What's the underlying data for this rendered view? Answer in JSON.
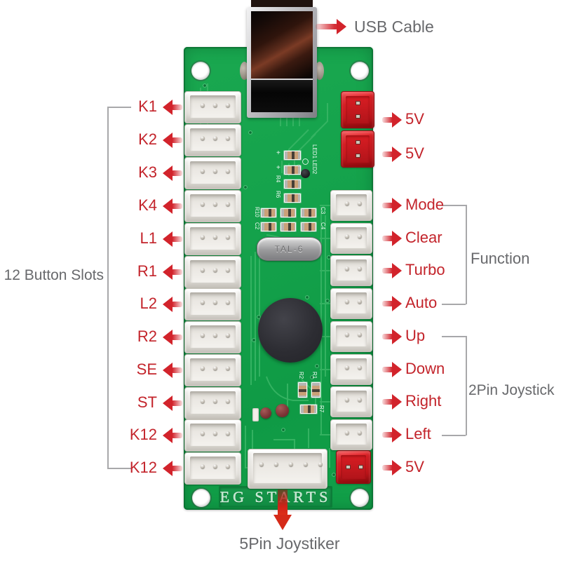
{
  "annotations": {
    "usb_label": "USB Cable",
    "left_group_label": "12 Button Slots",
    "left_pins": [
      "K1",
      "K2",
      "K3",
      "K4",
      "L1",
      "R1",
      "L2",
      "R2",
      "SE",
      "ST",
      "K12",
      "K12"
    ],
    "power_top": [
      "5V",
      "5V"
    ],
    "function_group": {
      "label": "Function",
      "pins": [
        "Mode",
        "Clear",
        "Turbo",
        "Auto"
      ]
    },
    "joystick_group": {
      "label": "2Pin Joystick",
      "pins": [
        "Up",
        "Down",
        "Right",
        "Left"
      ]
    },
    "power_bottom": "5V",
    "bottom_label": "5Pin Joystiker"
  },
  "board": {
    "brand": "EG STARTS",
    "crystal": "TAL-6",
    "silkscreen": {
      "led": "LED1 LED2",
      "plus1": "+",
      "plus2": "+",
      "r4": "R4",
      "r6": "R6",
      "r10": "R10",
      "c2": "C2",
      "c3": "C3",
      "c4": "C4",
      "r2": "R2",
      "r1": "R1",
      "r7": "R7"
    }
  },
  "colors": {
    "pcb_green": "#14a24b",
    "label_red": "#c3242b",
    "arrow_red": "#d2232b",
    "label_gray": "#68696c",
    "connector_red": "#e02127",
    "connector_white": "#f3f1ee"
  }
}
